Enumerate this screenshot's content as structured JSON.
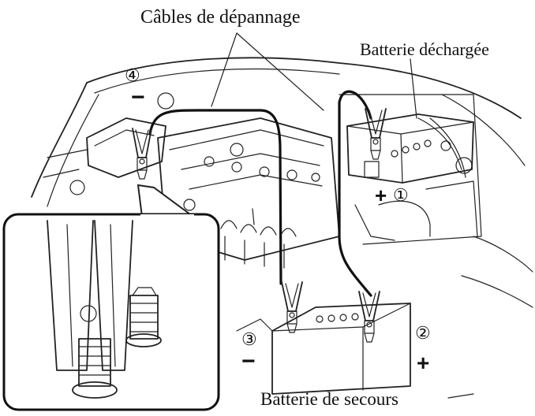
{
  "labels": {
    "cables": "Câbles de dépannage",
    "dead_battery": "Batterie déchargée",
    "booster_battery": "Batterie de secours"
  },
  "steps": [
    {
      "number": "①",
      "sign": "+"
    },
    {
      "number": "②",
      "sign": "+"
    },
    {
      "number": "③",
      "sign": "−"
    },
    {
      "number": "④",
      "sign": "−"
    }
  ],
  "icons": [
    "jumper-clamp-icon",
    "battery-icon",
    "engine-drawing"
  ],
  "colors": {
    "ink": "#111111",
    "background": "#ffffff"
  }
}
